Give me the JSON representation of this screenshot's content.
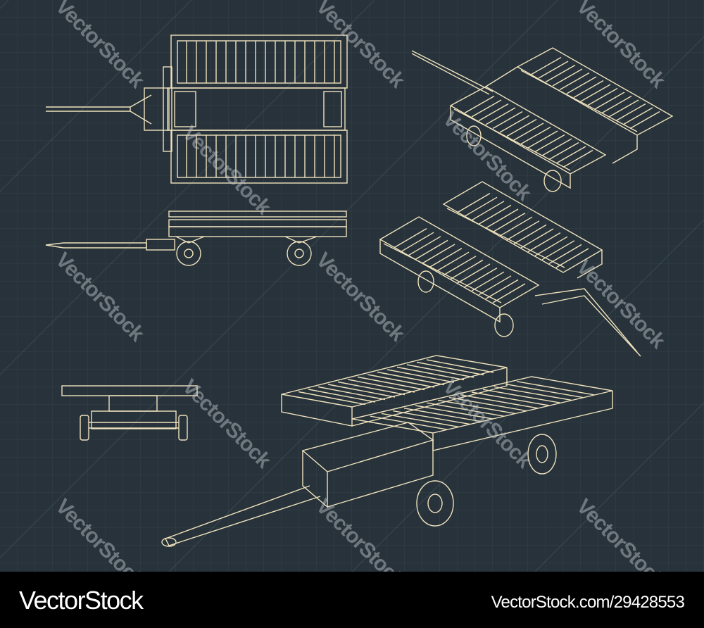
{
  "colors": {
    "background": "#27323a",
    "grid": "#34424b",
    "line": "#efe2bd",
    "footer": "#000000"
  },
  "watermark": "VectorStock",
  "footer": {
    "brand": "VectorStock",
    "image_ref": "VectorStock.com/29428553"
  }
}
